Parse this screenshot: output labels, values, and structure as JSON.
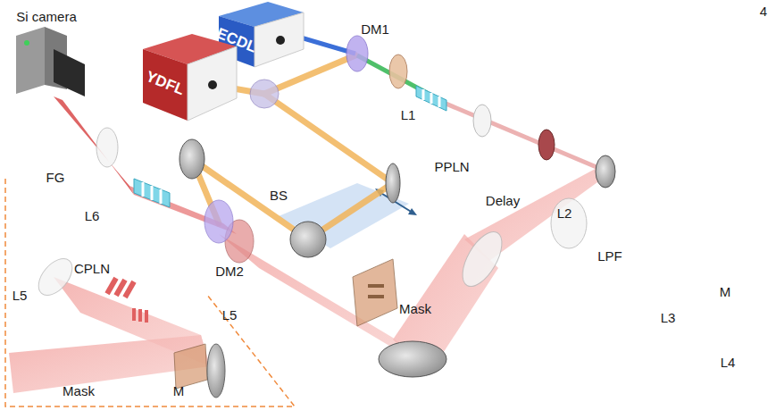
{
  "diagram": {
    "nodes": [
      {
        "text": [
          "YDFL"
        ]
      },
      {
        "text": [
          "ECDL"
        ]
      }
    ],
    "labels": [
      "4",
      "Si camera",
      "DM1",
      "L1",
      "PPLN",
      "L2",
      "LPF",
      "M",
      "L3",
      "L4",
      "BS",
      "Delay",
      "FG",
      "L6",
      "CPLN",
      "DM2",
      "L5",
      "Mask",
      "L5",
      "Mask",
      "M"
    ]
  }
}
